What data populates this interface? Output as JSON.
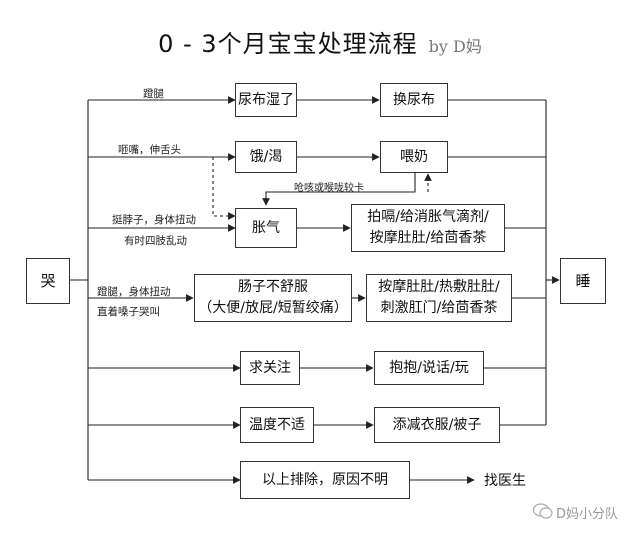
{
  "title": "0 - 3个月宝宝处理流程",
  "byline": "by D妈",
  "start": "哭",
  "end": "睡",
  "rows": [
    {
      "label": "蹬腿",
      "cause": "尿布湿了",
      "action": "换尿布"
    },
    {
      "label": "咂嘴，伸舌头",
      "cause": "饿/渴",
      "action": "喂奶"
    },
    {
      "label": "挺脖子，身体扭动",
      "label2": "有时四肢乱动",
      "cause": "胀气",
      "action_lines": [
        "拍嗝/给消胀气滴剂/",
        "按摩肚肚/给茴香茶"
      ]
    },
    {
      "label": "蹬腿，身体扭动",
      "label2": "直着嗓子哭叫",
      "cause_lines": [
        "肠子不舒服",
        "（大便/放屁/短暂绞痛）"
      ],
      "action_lines": [
        "按摩肚肚/热敷肚肚/",
        "刺激肛门/给茴香茶"
      ]
    },
    {
      "cause": "求关注",
      "action": "抱抱/说话/玩"
    },
    {
      "cause": "温度不适",
      "action": "添减衣服/被子"
    },
    {
      "cause": "以上排除，原因不明",
      "action": "找医生"
    }
  ],
  "note": "呛咳或喉咙较卡",
  "watermark": "D妈小分队",
  "watermark_icon": "wechat-icon"
}
